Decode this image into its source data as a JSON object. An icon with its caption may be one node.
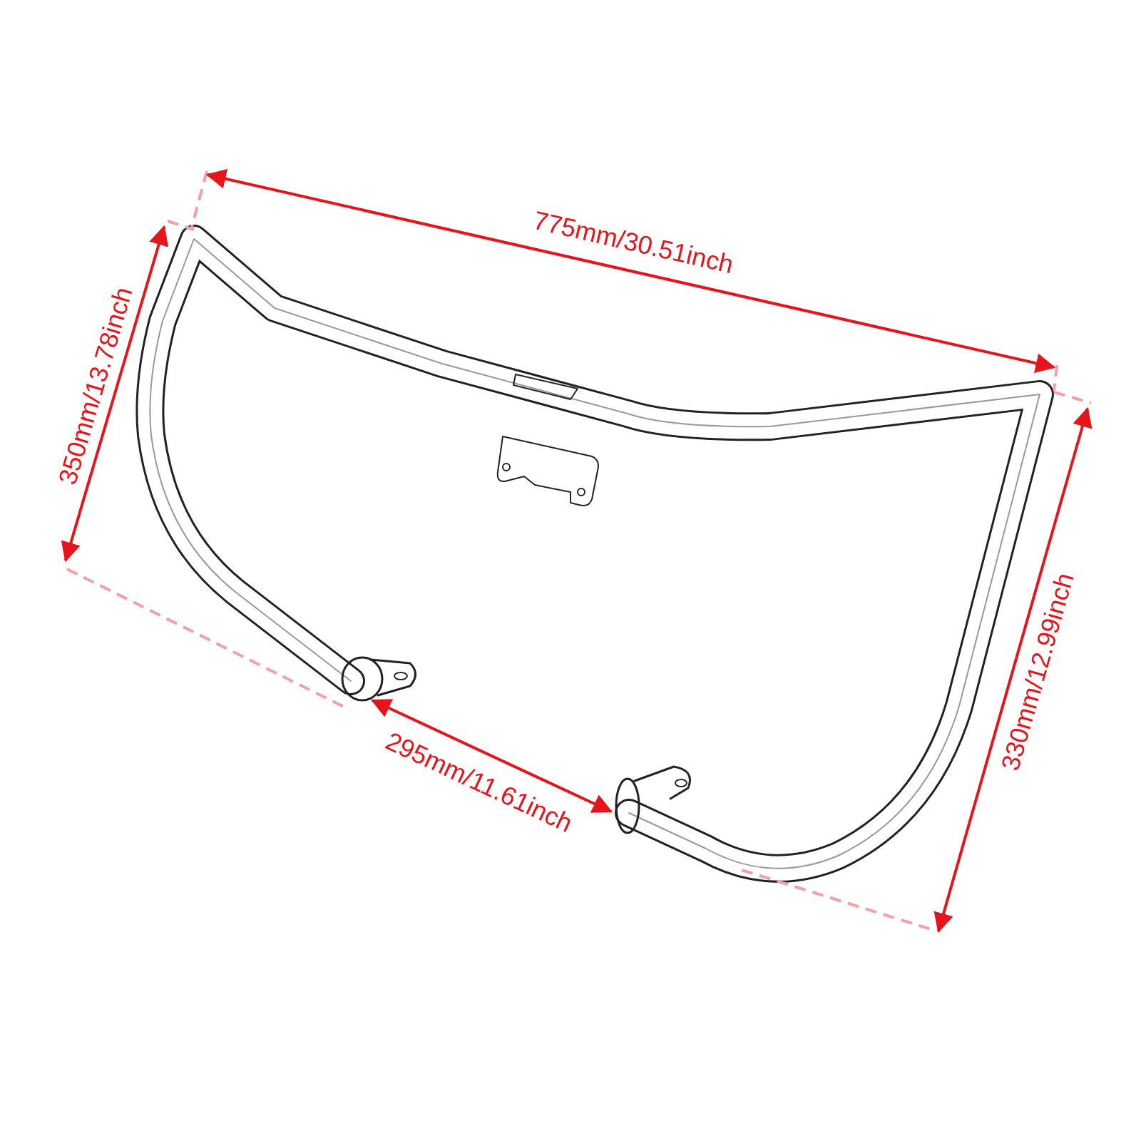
{
  "diagram": {
    "labels": [
      "775mm/30.51inch",
      "350mm/13.78inch",
      "295mm/11.61inch",
      "330mm/12.99inch"
    ]
  }
}
